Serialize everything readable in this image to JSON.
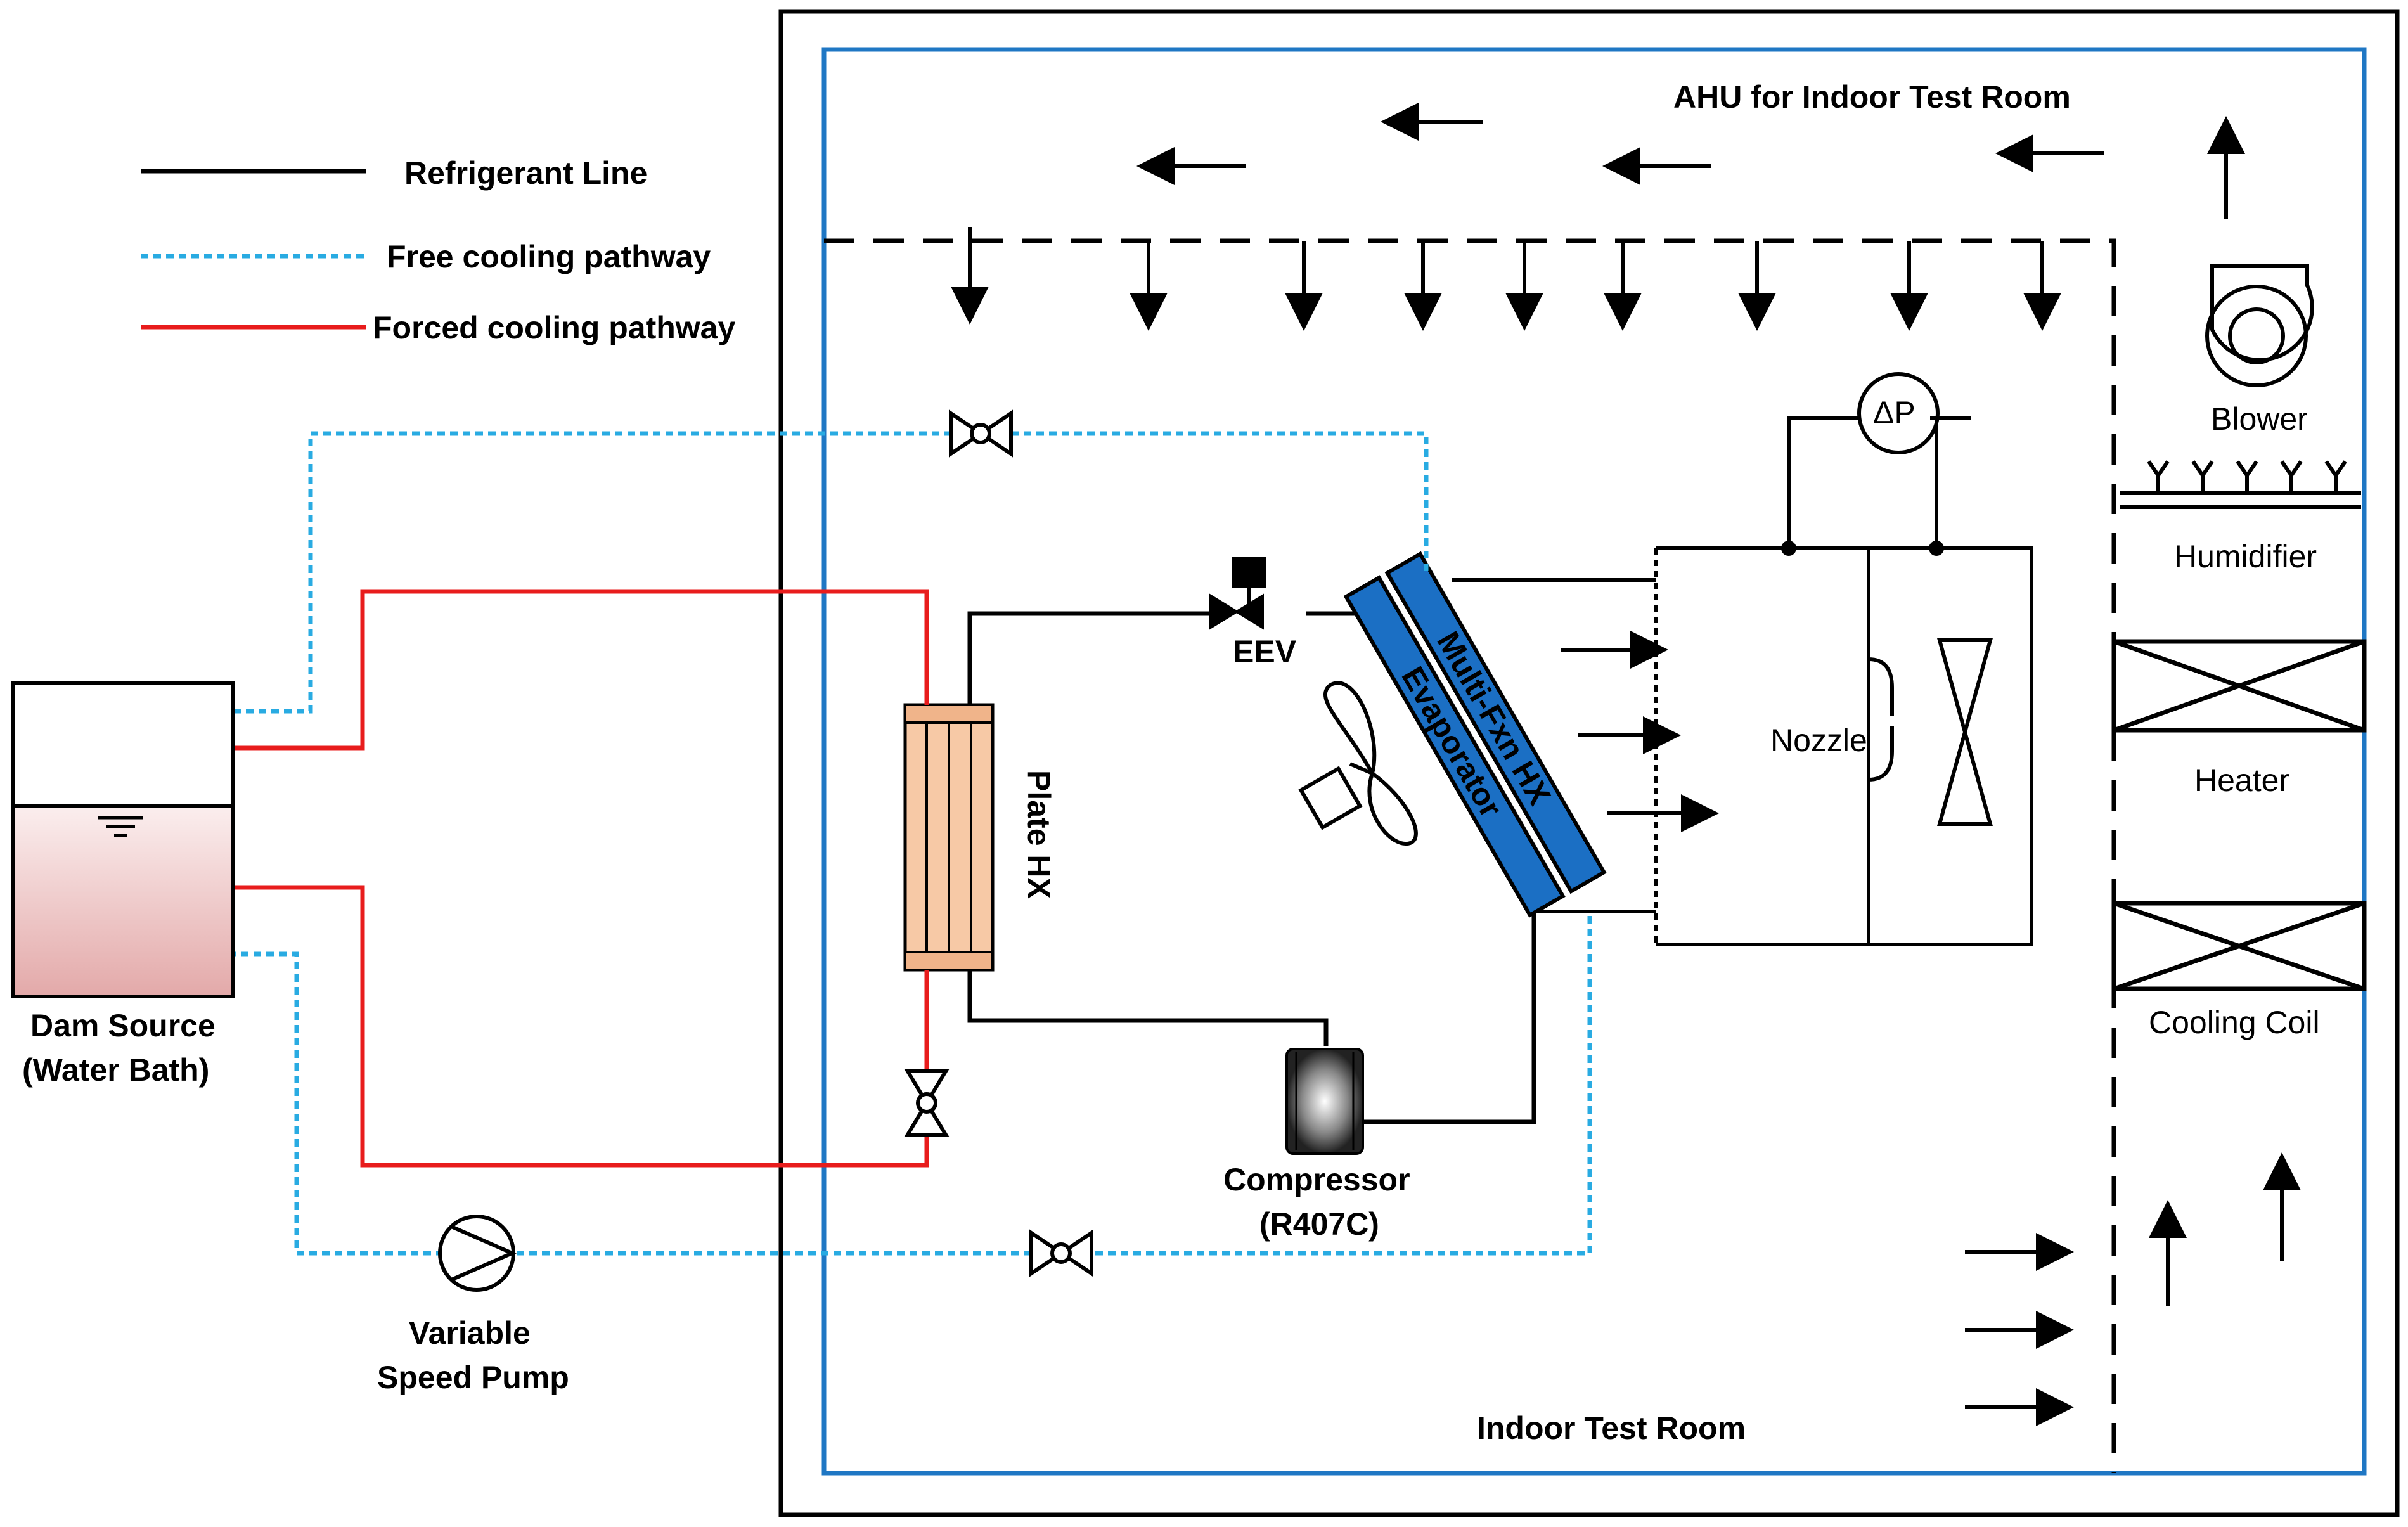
{
  "legend": {
    "refrigerant_line": "Refrigerant Line",
    "free_cooling": "Free cooling pathway",
    "forced_cooling": "Forced cooling pathway"
  },
  "labels": {
    "ahu_title": "AHU for Indoor Test Room",
    "blower": "Blower",
    "humidifier": "Humidifier",
    "heater": "Heater",
    "cooling_coil": "Cooling Coil",
    "nozzle": "Nozzle",
    "delta_p": "ΔP",
    "eev": "EEV",
    "plate_hx": "Plate HX",
    "multi_fxn_hx": "Multi-Fxn HX",
    "evaporator": "Evaporator",
    "compressor_line1": "Compressor",
    "compressor_line2": "(R407C)",
    "dam_source_line1": "Dam Source",
    "dam_source_line2": "(Water Bath)",
    "pump_line1": "Variable",
    "pump_line2": "Speed Pump",
    "indoor_room": "Indoor Test Room"
  },
  "colors": {
    "refrigerant": "#000000",
    "free_cooling": "#29abe2",
    "forced_cooling": "#e81c1c",
    "room_border": "#1f77c4",
    "hx_fill": "#1b6fc4",
    "plate_hx_fill": "#f7c9a6",
    "water_fill": "#e8b4b4"
  }
}
